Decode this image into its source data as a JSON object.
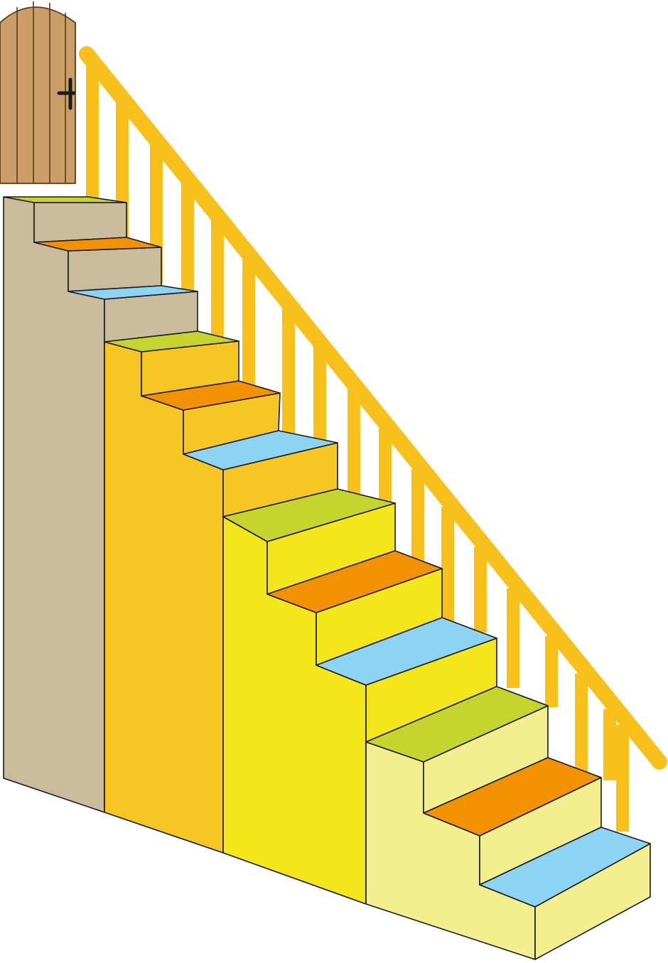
{
  "scene": {
    "subject": "staircase-with-banister-and-door",
    "colors": {
      "background": "#ffffff",
      "stone_wall": "#cbbb9d",
      "section_orange": "#f6c724",
      "section_yellow": "#f5e61b",
      "section_pale": "#f3ee8e",
      "tread_green": "#c5d52e",
      "tread_orange": "#f39200",
      "tread_blue": "#8cd3f4",
      "banister": "#f7c01a",
      "door_wood": "#cc9e67",
      "door_outline": "#5a3a1a",
      "handle": "#1a1a1a"
    },
    "tread_color_sequence": [
      "green",
      "orange",
      "blue",
      "green",
      "orange",
      "blue",
      "green",
      "orange",
      "blue",
      "green",
      "orange",
      "blue"
    ],
    "step_count": 12,
    "baluster_count": 18
  }
}
